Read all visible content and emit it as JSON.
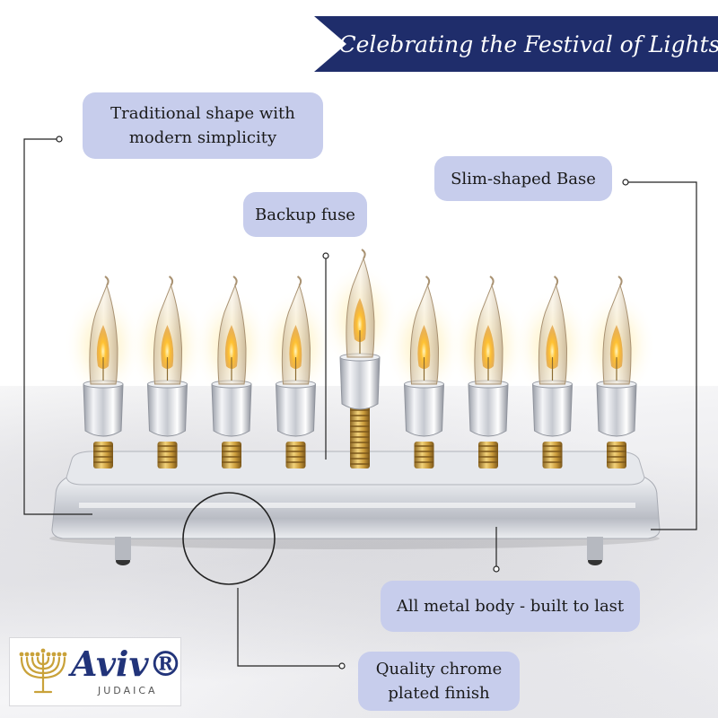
{
  "banner": {
    "title": "Celebrating the Festival of Lights"
  },
  "callouts": {
    "traditional": "Traditional shape with modern simplicity",
    "base": "Slim-shaped Base",
    "fuse": "Backup fuse",
    "metal": "All metal body - built to last",
    "chrome": "Quality chrome plated finish"
  },
  "brand": {
    "name": "Aviv®",
    "subtitle": "JUDAICA"
  },
  "colors": {
    "banner": "#1f2d6b",
    "callout_bg": "#c7cdec",
    "chrome": "#c9ccd3",
    "brass": "#c99a3a",
    "flame": "#ffb21a"
  },
  "icons": [
    "menorah-logo-icon"
  ],
  "product": {
    "bulbs": 9
  }
}
